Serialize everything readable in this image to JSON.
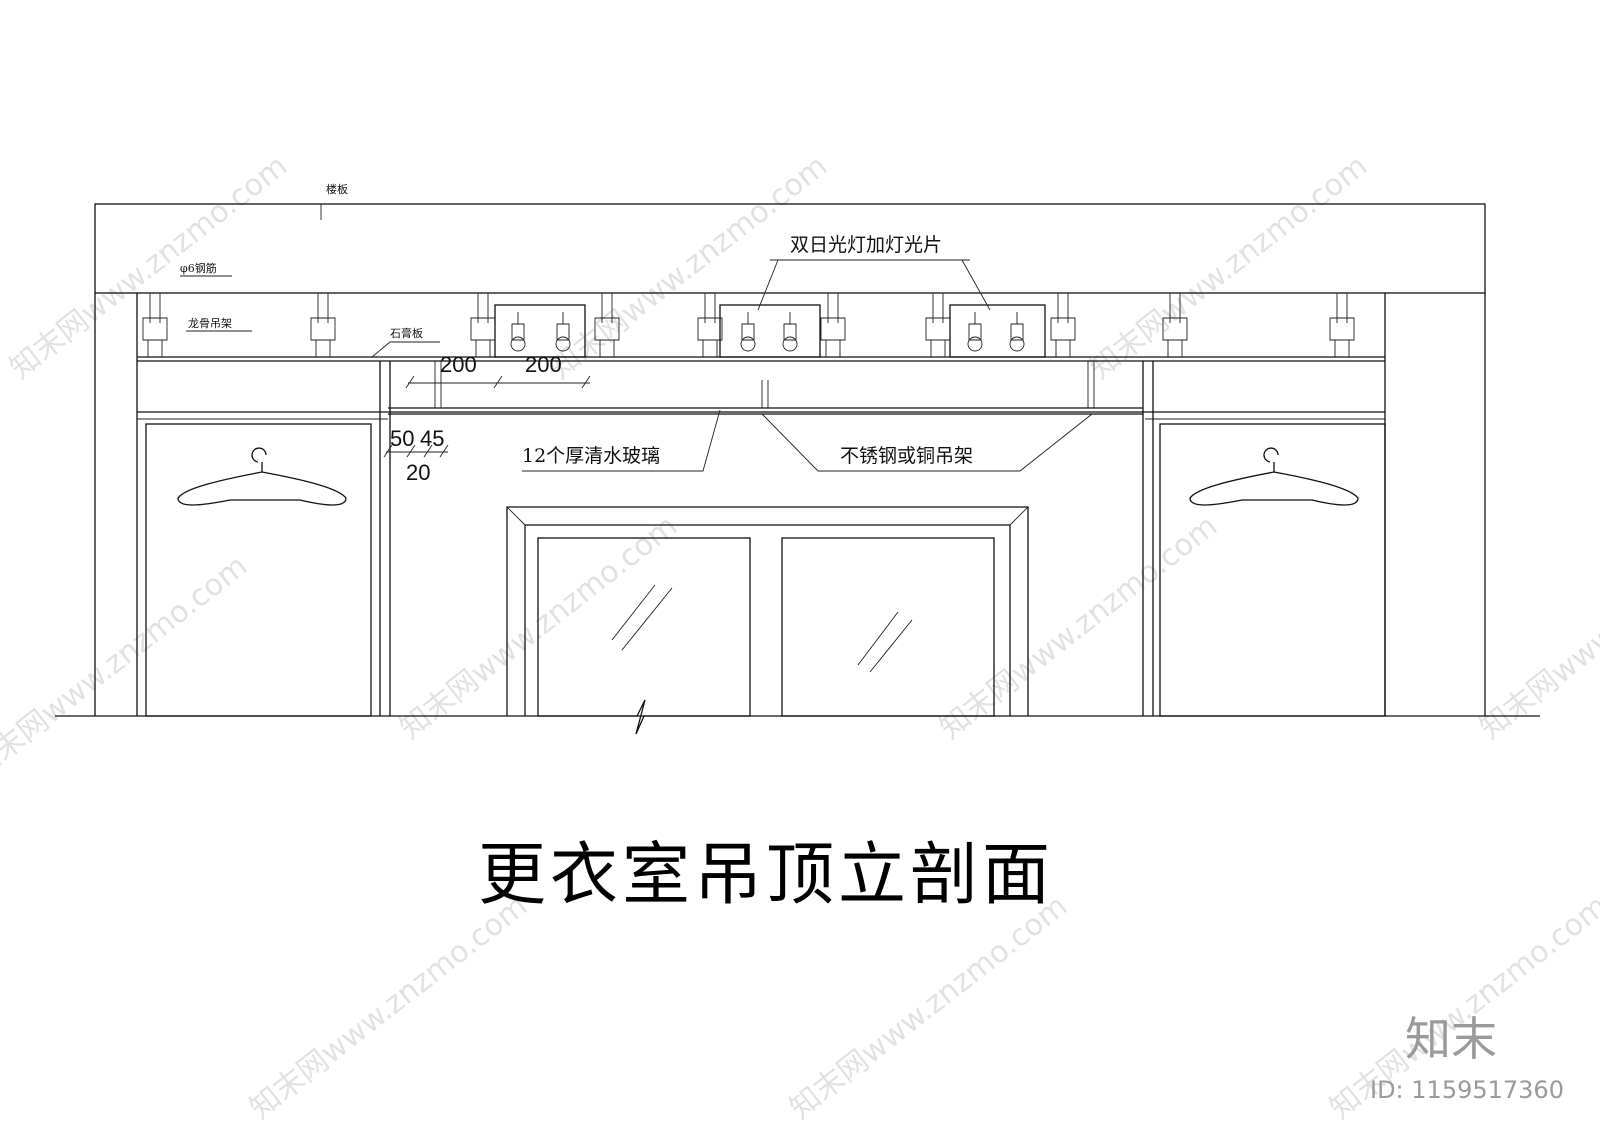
{
  "labels": {
    "slab": "楼板",
    "rebar": "φ6钢筋",
    "keel_hanger": "龙骨吊架",
    "gypsum_board": "石膏板",
    "light_box": "双日光灯加灯光片",
    "glass": "12个厚清水玻璃",
    "hanger": "不锈钢或铜吊架"
  },
  "dimensions": {
    "d1": "200",
    "d2": "200",
    "d3": "50",
    "d4": "45",
    "d5": "20"
  },
  "title": "更衣室吊顶立剖面",
  "watermark": {
    "text": "知末网www.znzmo.com",
    "brand": "知末",
    "id": "ID: 1159517360"
  }
}
